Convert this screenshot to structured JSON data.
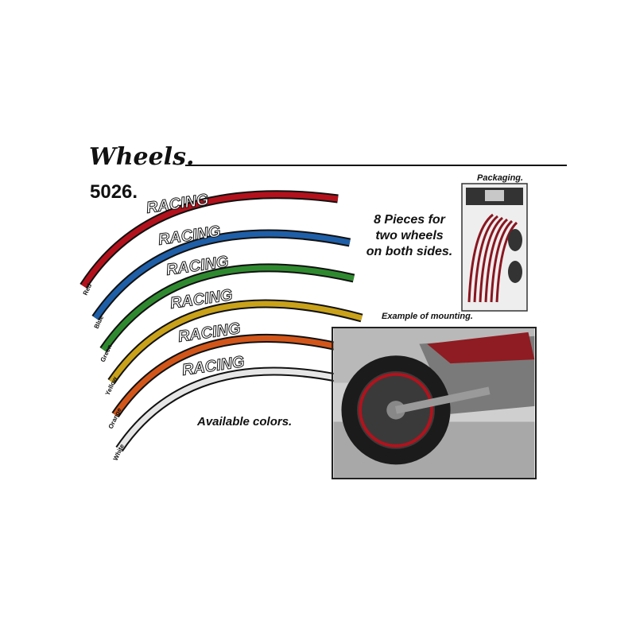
{
  "heading": {
    "title": "Wheels.",
    "product_code": "5026."
  },
  "pieces_note": {
    "line1": "8 Pieces for",
    "line2": "two wheels",
    "line3": "on both sides."
  },
  "packaging_label": "Packaging.",
  "mounting_label": "Example of mounting.",
  "available_label": "Available colors.",
  "stripe_text": "RACING",
  "stripes": [
    {
      "color_name": "Red",
      "color": "#b3121c"
    },
    {
      "color_name": "Blue",
      "color": "#1f5fa8"
    },
    {
      "color_name": "Green",
      "color": "#2f8a2f"
    },
    {
      "color_name": "Yellow",
      "color": "#c9a21a"
    },
    {
      "color_name": "Orange",
      "color": "#d2561a"
    },
    {
      "color_name": "White",
      "color": "#e6e6e6"
    }
  ]
}
